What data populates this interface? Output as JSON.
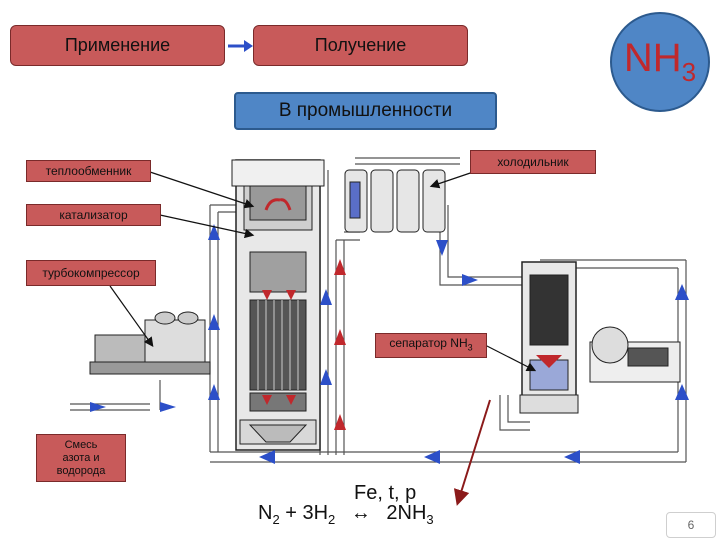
{
  "nav": {
    "application_label": "Применение",
    "production_label": "Получение"
  },
  "badge": {
    "formula_main": "NH",
    "formula_sub": "3"
  },
  "industry": {
    "label": "В промышленности"
  },
  "labels": {
    "heat_exchanger": "теплообменник",
    "catalyst": "катализатор",
    "turbocompressor": "турбокомпрессор",
    "cooler": "холодильник",
    "separator": "сепаратор NH",
    "separator_sub": "3",
    "mixture_line1": "Смесь",
    "mixture_line2": "азота и",
    "mixture_line3": "водорода"
  },
  "reaction": {
    "conditions": "Fe, t, p",
    "left": "N",
    "left_sub1": "2",
    "plus": " + 3H",
    "left_sub2": "2",
    "arrow": "↔",
    "right": "2NH",
    "right_sub": "3"
  },
  "page_number": "6",
  "colors": {
    "red_button": "#c85a5a",
    "blue_button": "#4f86c6",
    "flow_arrow_blue": "#2c4fc8",
    "flow_arrow_red": "#c0282c",
    "pointer_dark_red": "#8b1a1a"
  }
}
